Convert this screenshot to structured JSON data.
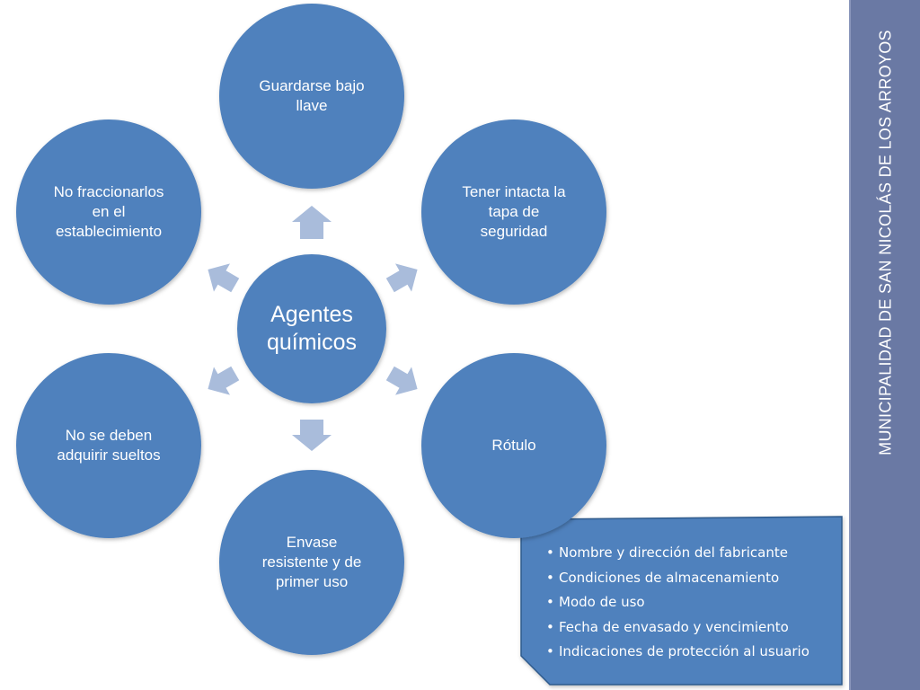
{
  "diagram": {
    "center": "Agentes químicos",
    "nodes": {
      "top": "Guardarse bajo llave",
      "top_right": "Tener intacta la tapa de seguridad",
      "bottom_right": "Rótulo",
      "bottom": "Envase resistente y de primer uso",
      "bottom_left": "No se deben adquirir sueltos",
      "top_left": "No fraccionarlos en el establecimiento"
    }
  },
  "callout": {
    "items": [
      "Nombre y dirección del fabricante",
      "Condiciones de almacenamiento",
      "Modo de uso",
      "Fecha de envasado y vencimiento",
      "Indicaciones de protección al usuario"
    ]
  },
  "sidebar": {
    "title": "MUNICIPALIDAD DE SAN NICOLÁS DE LOS ARROYOS"
  },
  "colors": {
    "node_fill": "#4f81bd",
    "arrow_fill": "#a9bcdb",
    "sidebar_bg": "#6a79a4"
  }
}
